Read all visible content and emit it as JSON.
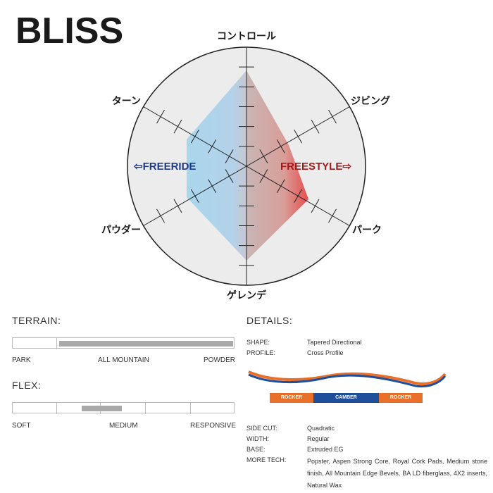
{
  "title": "BLISS",
  "radar": {
    "axes": {
      "top": "コントロール",
      "top_right": "ジビング",
      "bottom_right": "パーク",
      "bottom": "ゲレンデ",
      "bottom_left": "パウダー",
      "top_left": "ターン"
    },
    "left_label": "⇦FREERIDE",
    "right_label": "FREESTYLE⇨",
    "colors": {
      "freeride": "#1f3a8a",
      "freestyle": "#a31a1a"
    }
  },
  "terrain": {
    "title": "TERRAIN:",
    "labels": [
      "PARK",
      "ALL MOUNTAIN",
      "POWDER"
    ],
    "fill_range": [
      0.2,
      1.0
    ]
  },
  "flex": {
    "title": "FLEX:",
    "labels": [
      "SOFT",
      "MEDIUM",
      "RESPONSIVE"
    ],
    "fill_range": [
      0.3,
      0.5
    ]
  },
  "details": {
    "title": "DETAILS:",
    "shape_key": "SHAPE:",
    "shape_val": "Tapered Directional",
    "profile_key": "PROFILE:",
    "profile_val": "Cross Profile",
    "profile_segments": [
      "ROCKER",
      "CAMBER",
      "ROCKER"
    ],
    "sidecut_key": "SIDE CUT:",
    "sidecut_val": "Quadratic",
    "width_key": "WIDTH:",
    "width_val": "Regular",
    "base_key": "BASE:",
    "base_val": "Extruded EG",
    "tech_key": "MORE TECH:",
    "tech_val": "Popster, Aspen Strong Core, Royal Cork Pads, Medium stone finish, All Mountain Edge Bevels, BA LD fiberglass, 4X2 inserts, Natural Wax"
  }
}
